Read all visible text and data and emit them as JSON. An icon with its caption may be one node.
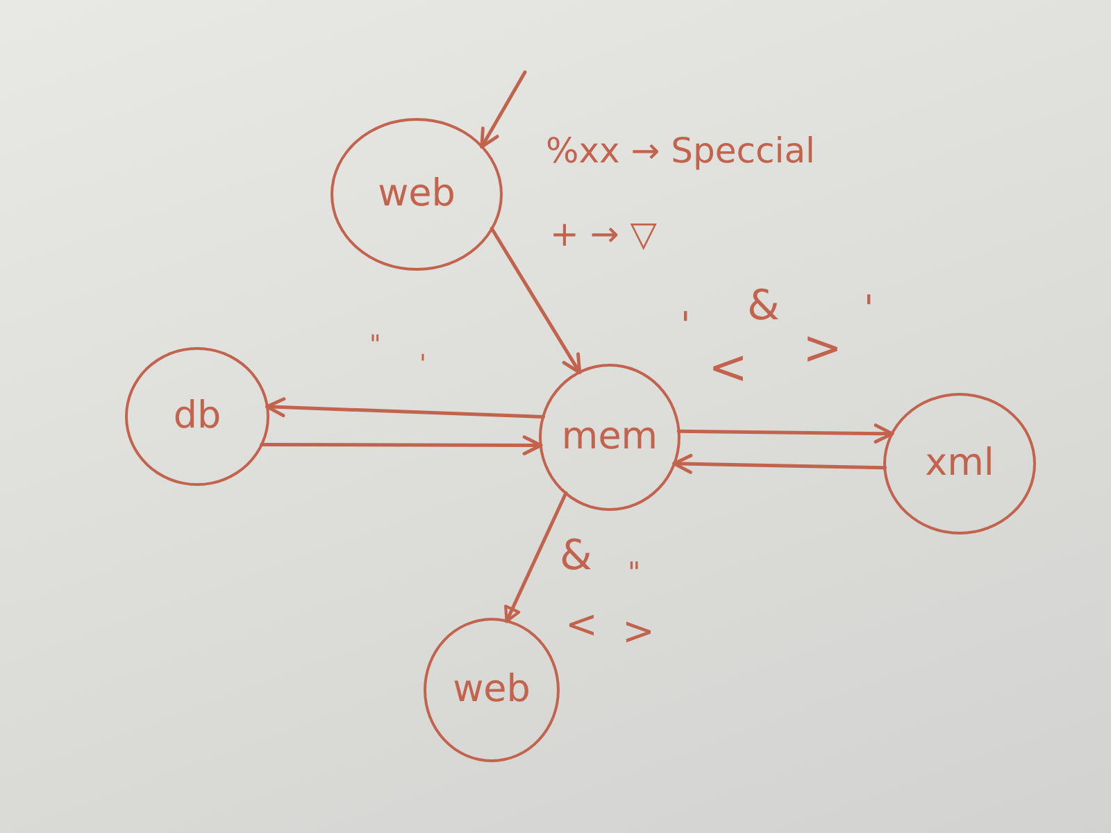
{
  "diagram": {
    "nodes": [
      {
        "text": [
          "web"
        ]
      },
      {
        "text": [
          "db"
        ]
      },
      {
        "text": [
          "mem"
        ]
      },
      {
        "text": [
          "xml"
        ]
      },
      {
        "text": [
          "web"
        ]
      }
    ],
    "edges": [
      {
        "from": null,
        "to": 0,
        "arrow": "to"
      },
      {
        "from": 0,
        "to": 2,
        "arrow": "to"
      },
      {
        "from": 2,
        "to": 1,
        "arrow": "to"
      },
      {
        "from": 1,
        "to": 2,
        "arrow": "to"
      },
      {
        "from": 2,
        "to": 3,
        "arrow": "to"
      },
      {
        "from": 3,
        "to": 2,
        "arrow": "to"
      },
      {
        "from": 2,
        "to": 4,
        "arrow": "to"
      }
    ],
    "labels": [
      "%xx → Speccial",
      "+ → ▽",
      "'",
      "&",
      ">",
      "'",
      "<",
      "\"",
      "'",
      "&",
      "\"",
      "<",
      ">"
    ]
  }
}
